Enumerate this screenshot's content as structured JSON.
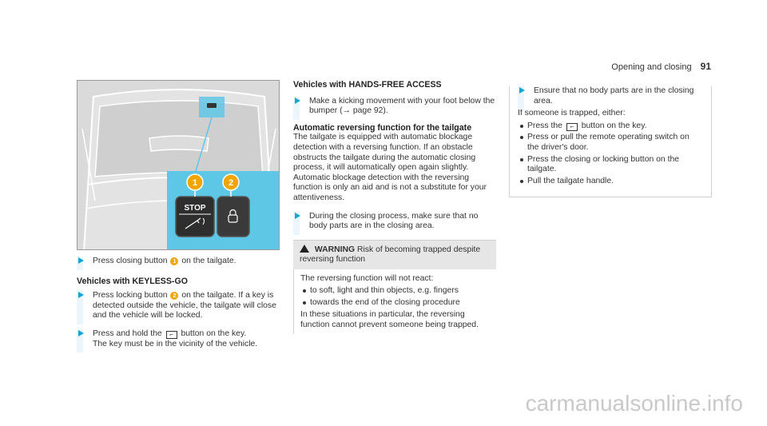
{
  "header": {
    "section": "Opening and closing",
    "page": "91"
  },
  "figure": {
    "callouts": [
      "1",
      "2"
    ],
    "stop_label": "STOP"
  },
  "col1": {
    "step1": {
      "before": "Press closing button",
      "badge": "1",
      "after": "on the tailgate."
    },
    "heading": "Vehicles with KEYLESS-GO",
    "step2": {
      "before": "Press locking button",
      "badge": "2",
      "after": "on the tailgate. If a key is detected outside the vehicle, the tailgate will close and the vehicle will be locked."
    },
    "step3": {
      "before": "Press and hold the",
      "after": "button on the key.",
      "icon": "tailgate-key-icon",
      "line2": "The key must be in the vicinity of the vehicle."
    }
  },
  "col2": {
    "heading": "Vehicles with HANDS-FREE ACCESS",
    "step1": "Make a kicking movement with your foot below the bumper (→ page 92).",
    "subheading": "Automatic reversing function for the tailgate",
    "para": "The tailgate is equipped with automatic blockage detection with a reversing function. If an obstacle obstructs the tailgate during the automatic closing process, it will automatically open again slightly. Automatic blockage detection with the reversing function is only an aid and is not a substitute for your attentiveness.",
    "step2": "During the closing process, make sure that no body parts are in the closing area.",
    "warning": {
      "title": "WARNING",
      "text": "Risk of becoming trapped despite reversing function",
      "intro": "The reversing function will not react:",
      "bullets": [
        "to soft, light and thin objects, e.g. fingers",
        "towards the end of the closing procedure"
      ],
      "outro": "In these situations in particular, the reversing function cannot prevent someone being trapped."
    }
  },
  "col3": {
    "step1": "Ensure that no body parts are in the closing area.",
    "intro": "If someone is trapped, either:",
    "bullet1_before": "Press the",
    "bullet1_after": "button on the key.",
    "bullets": [
      "Press or pull the remote operating switch on the driver's door.",
      "Press the closing or locking button on the tailgate.",
      "Pull the tailgate handle."
    ]
  },
  "watermark": "carmanualsonline.info",
  "colors": {
    "accent": "#11a6d6",
    "callout": "#f0a500",
    "highlight": "#5fc7e6"
  }
}
